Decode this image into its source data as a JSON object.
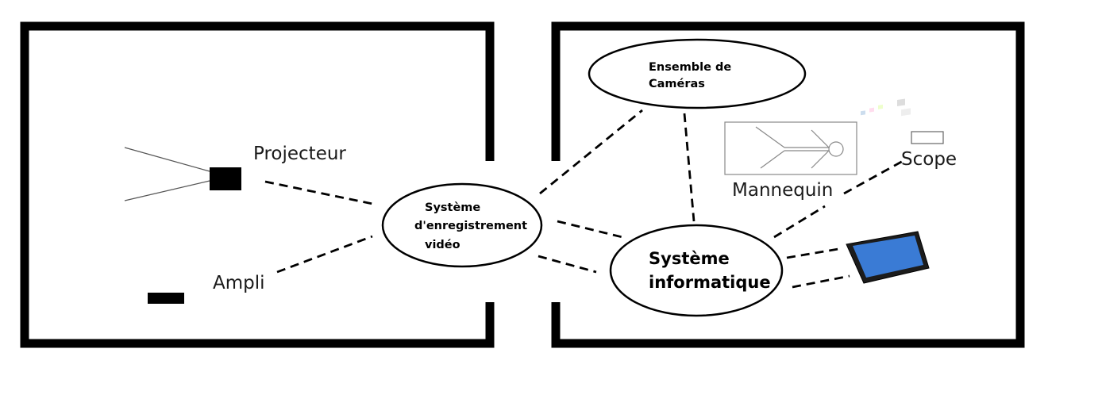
{
  "labels": {
    "projecteur": "Projecteur",
    "ampli": "Ampli",
    "mannequin": "Mannequin",
    "scope": "Scope"
  },
  "nodes": {
    "cameras": {
      "line1": "Ensemble de",
      "line2": "Caméras"
    },
    "video": {
      "line1": "Système",
      "line2": "d'enregistrement",
      "line3": "vidéo"
    },
    "info": {
      "line1": "Système",
      "line2": "informatique"
    }
  },
  "icons": [
    "projector-icon",
    "amplifier-icon",
    "mannequin-icon",
    "scope-icon",
    "tablet-icon"
  ],
  "colors": {
    "stroke": "#000000",
    "background": "#ffffff",
    "tablet_screen": "#3a7bd5"
  }
}
